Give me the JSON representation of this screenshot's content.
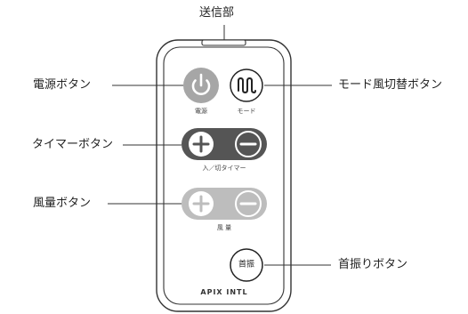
{
  "callouts": {
    "transmitter": "送信部",
    "power_button": "電源ボタン",
    "mode_button": "モード風切替ボタン",
    "timer_button": "タイマーボタン",
    "wind_button": "風量ボタン",
    "swing_button": "首振りボタン"
  },
  "remote": {
    "power_label": "電源",
    "mode_label": "モード",
    "timer_label": "入／切タイマー",
    "wind_label": "風 量",
    "swing_button_text": "首振",
    "brand": "APIX INTL"
  },
  "colors": {
    "power_button": "#a6a6a6",
    "timer_rocker": "#555555",
    "wind_rocker": "#bdbdbd",
    "outline": "#333333"
  },
  "icons": {
    "power": "power-icon",
    "mode": "wave-mode-icon",
    "plus": "plus-icon",
    "minus": "minus-icon"
  }
}
